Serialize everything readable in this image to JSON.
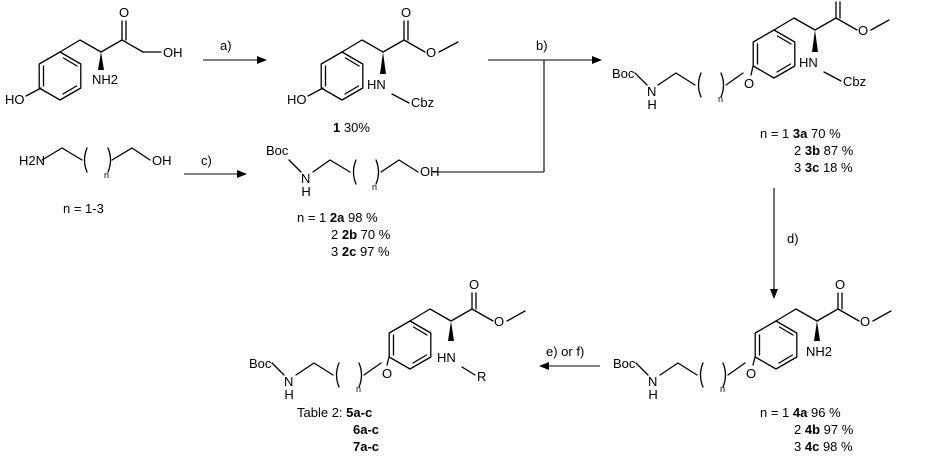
{
  "atoms": {
    "OH": "OH",
    "HO": "HO",
    "NH": "NH",
    "N": "N",
    "H": "H",
    "H2": "H2",
    "H2N": "H2N",
    "O": "O",
    "HN": "HN",
    "Cbz": "Cbz",
    "Boc": "Boc",
    "R": "R",
    "n": "n"
  },
  "steps": {
    "a": "a)",
    "b": "b)",
    "c": "c)",
    "d": "d)",
    "ef": "e) or f)"
  },
  "labels": {
    "c1_num": "1",
    "c1_yield": "30%",
    "diamine_range": "n = 1-3",
    "table_label": "Table 2:"
  },
  "yields": {
    "c2": [
      {
        "pre": "n = 1",
        "cmp": "2a",
        "val": "98 %"
      },
      {
        "pre": "2",
        "cmp": "2b",
        "val": "70 %"
      },
      {
        "pre": "3",
        "cmp": "2c",
        "val": "97 %"
      }
    ],
    "c3": [
      {
        "pre": "n = 1",
        "cmp": "3a",
        "val": "70 %"
      },
      {
        "pre": "2",
        "cmp": "3b",
        "val": "87 %"
      },
      {
        "pre": "3",
        "cmp": "3c",
        "val": "18 %"
      }
    ],
    "c4": [
      {
        "pre": "n = 1",
        "cmp": "4a",
        "val": "96 %"
      },
      {
        "pre": "2",
        "cmp": "4b",
        "val": "97 %"
      },
      {
        "pre": "3",
        "cmp": "4c",
        "val": "98 %"
      }
    ],
    "table": [
      "5a-c",
      "6a-c",
      "7a-c"
    ]
  }
}
